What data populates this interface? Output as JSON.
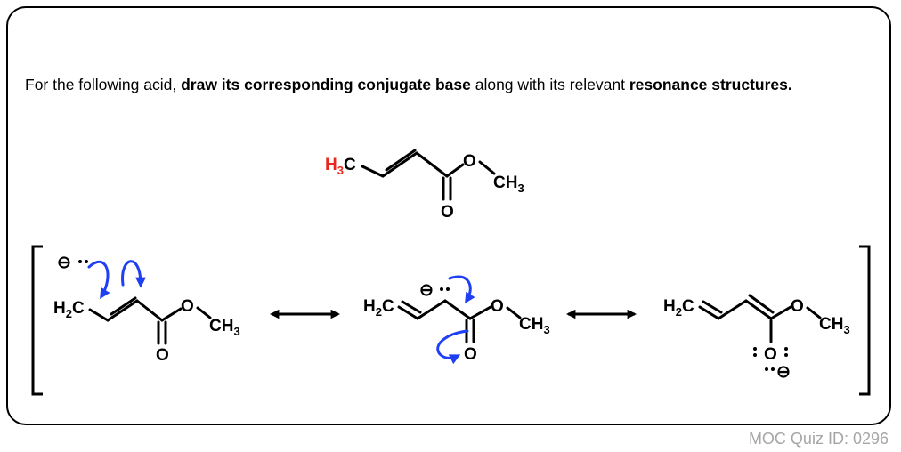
{
  "question": {
    "part1": "For the following acid, ",
    "bold1": "draw its corresponding conjugate base",
    "part2": " along with its relevant ",
    "bold2": "resonance structures."
  },
  "quiz_id": "MOC Quiz ID: 0296",
  "acid": {
    "h": "H",
    "h_sub": "3",
    "c": "C",
    "o_ester": "O",
    "ch3_c": "CH",
    "ch3_sub": "3",
    "o_carbonyl": "O"
  },
  "structure1": {
    "h2c": "H",
    "h2c_sub": "2",
    "h2c_c": "C",
    "o_ester": "O",
    "ch3": "CH",
    "ch3_sub": "3",
    "o_carbonyl": "O",
    "charge": "⊖"
  },
  "structure2": {
    "h2c": "H",
    "h2c_sub": "2",
    "h2c_c": "C",
    "o_ester": "O",
    "ch3": "CH",
    "ch3_sub": "3",
    "o_carbonyl": "O",
    "charge": "⊖"
  },
  "structure3": {
    "h2c": "H",
    "h2c_sub": "2",
    "h2c_c": "C",
    "o_ester": "O",
    "ch3": "CH",
    "ch3_sub": "3",
    "o_carbonyl": "O",
    "charge": "⊖"
  },
  "colors": {
    "highlight": "#e8261c",
    "arrow": "#1f3ff2",
    "id_text": "#a6a6a6"
  }
}
